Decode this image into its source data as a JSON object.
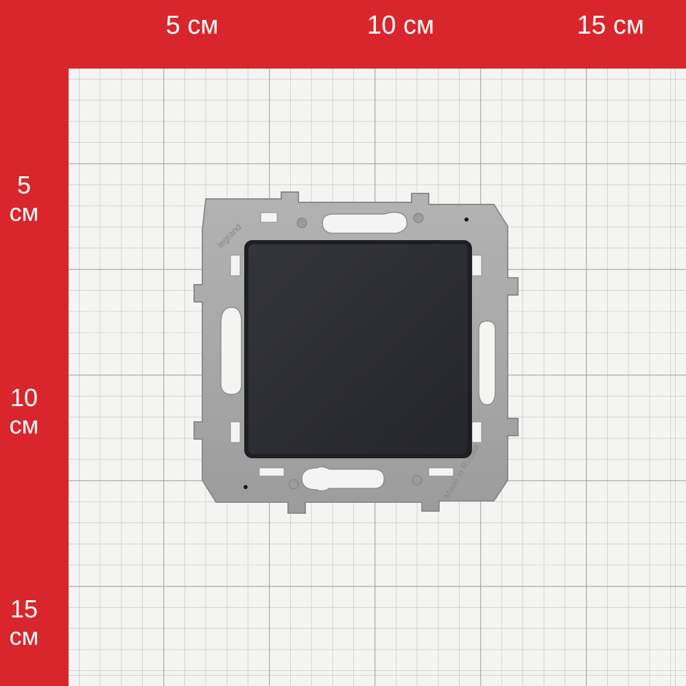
{
  "ruler": {
    "top_labels": [
      "5 см",
      "10 см",
      "15 см"
    ],
    "left_labels": [
      {
        "num": "5",
        "unit": "см"
      },
      {
        "num": "10",
        "unit": "см"
      },
      {
        "num": "15",
        "unit": "см"
      }
    ]
  },
  "product": {
    "brand_mark": "legrand",
    "origin_mark": "Made in Russia"
  },
  "colors": {
    "ruler_red": "#d9262c",
    "paper": "#f4f4f2",
    "mount_frame": "#a7a7a7",
    "switch_key": "#2b2c31"
  }
}
